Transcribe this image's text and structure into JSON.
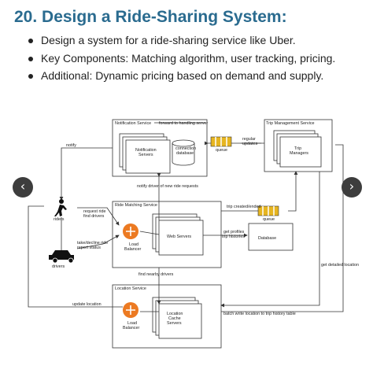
{
  "heading": "20. Design a Ride-Sharing System:",
  "bullets": [
    "Design a system for a ride-sharing service like Uber.",
    "Key Components: Matching algorithm, user tracking, pricing.",
    "Additional: Dynamic pricing based on demand and supply."
  ],
  "carousel": {
    "prev_icon": "‹",
    "next_icon": "›"
  },
  "diagram": {
    "notification_service": "Notification Service",
    "notification_servers": [
      "Notification",
      "Servers"
    ],
    "connection_database": [
      "connection",
      "database"
    ],
    "forward_label": "forward to handling server",
    "queue_label": "queue",
    "regular_updates": [
      "regular",
      "updates"
    ],
    "trip_management_service": "Trip Management Service",
    "trip_managers": [
      "Trip",
      "Managers"
    ],
    "notify_label": "notify",
    "notify_driver_label": "notify driver of new ride requests",
    "riders_label": "riders",
    "drivers_label": "drivers",
    "ride_matching_service": "Ride Matching Service",
    "request_ride": [
      "request ride",
      "find drivers"
    ],
    "take_decline": [
      "take/decline ride",
      "report status"
    ],
    "load_balancer": [
      "Load",
      "Balancer"
    ],
    "web_servers": "Web Servers",
    "get_profiles": [
      "get profiles",
      "trip histories"
    ],
    "database": "Database",
    "trip_created": "trip created/ended",
    "get_detailed_location": "get detailed location",
    "find_nearby_drivers": "find nearby drivers",
    "location_service": "Location Service",
    "update_location": "update location",
    "location_cache_servers": [
      "Location",
      "Cache",
      "Servers"
    ],
    "batch_write": "batch write location to trip history table"
  },
  "colors": {
    "heading": "#2a6b8f",
    "queue": "#e6b520",
    "load_balancer": "#ec7a22",
    "nav_button": "#3d3d3d"
  },
  "icons": [
    "chevron-left-icon",
    "chevron-right-icon",
    "rider-icon",
    "car-icon",
    "load-balancer-icon",
    "queue-icon",
    "database-icon"
  ]
}
